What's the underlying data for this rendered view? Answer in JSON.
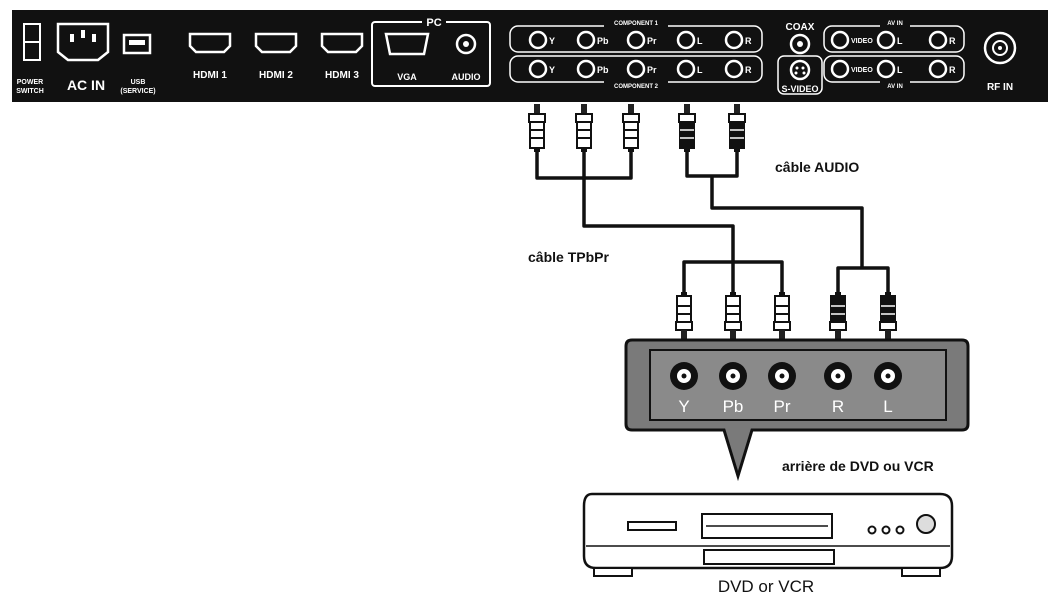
{
  "tv_panel": {
    "power_switch": "POWER SWITCH",
    "power_switch_line1": "POWER",
    "power_switch_line2": "SWITCH",
    "ac_in": "AC IN",
    "usb_line1": "USB",
    "usb_line2": "(SERVICE)",
    "hdmi1": "HDMI 1",
    "hdmi2": "HDMI 2",
    "hdmi3": "HDMI 3",
    "pc_group": "PC",
    "vga": "VGA",
    "audio": "AUDIO",
    "component1": "COMPONENT 1",
    "component2": "COMPONENT 2",
    "comp_y": "Y",
    "comp_pb": "Pb",
    "comp_pr": "Pr",
    "comp_l": "L",
    "comp_r": "R",
    "coax": "COAX",
    "svideo": "S-VIDEO",
    "av_top": "AV IN",
    "av_bottom": "AV IN",
    "video": "VIDEO",
    "rf_in": "RF IN"
  },
  "labels": {
    "cable_audio": "câble AUDIO",
    "cable_ypbpr": "câble TPbPr",
    "rear_device": "arrière de DVD ou VCR",
    "device_name": "DVD or VCR"
  },
  "device_jacks": [
    "Y",
    "Pb",
    "Pr",
    "R",
    "L"
  ],
  "colors": {
    "panel": "#111111",
    "device_panel": "#7a7a7a",
    "cable": "#111111"
  }
}
